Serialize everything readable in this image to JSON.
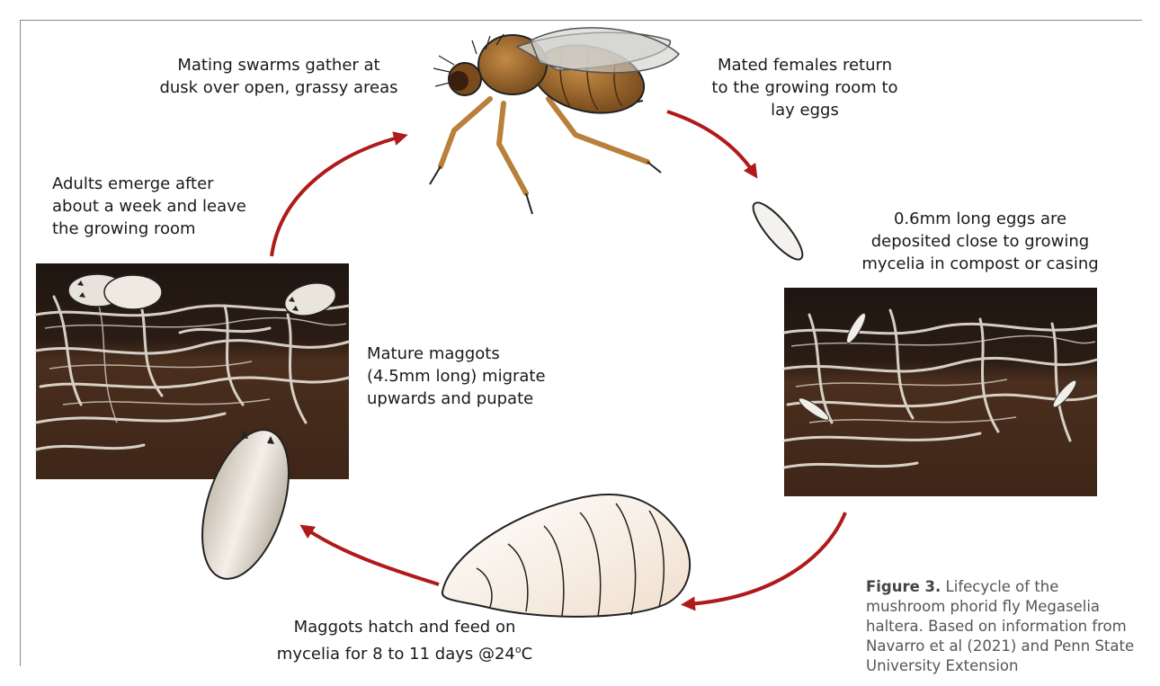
{
  "diagram": {
    "labels": {
      "mating": [
        "Mating swarms gather at",
        "dusk over open, grassy areas"
      ],
      "return": [
        "Mated females return",
        "to the growing room to",
        "lay eggs"
      ],
      "emerge": [
        "Adults emerge after",
        "about a week and leave",
        "the growing room"
      ],
      "eggs": [
        "0.6mm long eggs are",
        "deposited close to growing",
        "mycelia in compost or casing"
      ],
      "mature": [
        "Mature maggots",
        "(4.5mm long) migrate",
        "upwards and pupate"
      ],
      "hatch_line1": "Maggots hatch and feed on",
      "hatch_line2_pre": "mycelia for 8 to 11 days @24",
      "hatch_sup": "o",
      "hatch_line2_post": "C"
    },
    "caption": {
      "bold": "Figure 3.",
      "text": " Lifecycle of the mushroom phorid fly Megaselia haltera. Based on information from Navarro et al (2021) and Penn State University Extension"
    },
    "colors": {
      "arrow": "#b01a1a",
      "soil_dark": "#2a1c14",
      "soil": "#4a2e1e",
      "mycelia": "#e8e2d8",
      "fly_body": "#9a6426",
      "larva": "#f6efe6"
    }
  }
}
